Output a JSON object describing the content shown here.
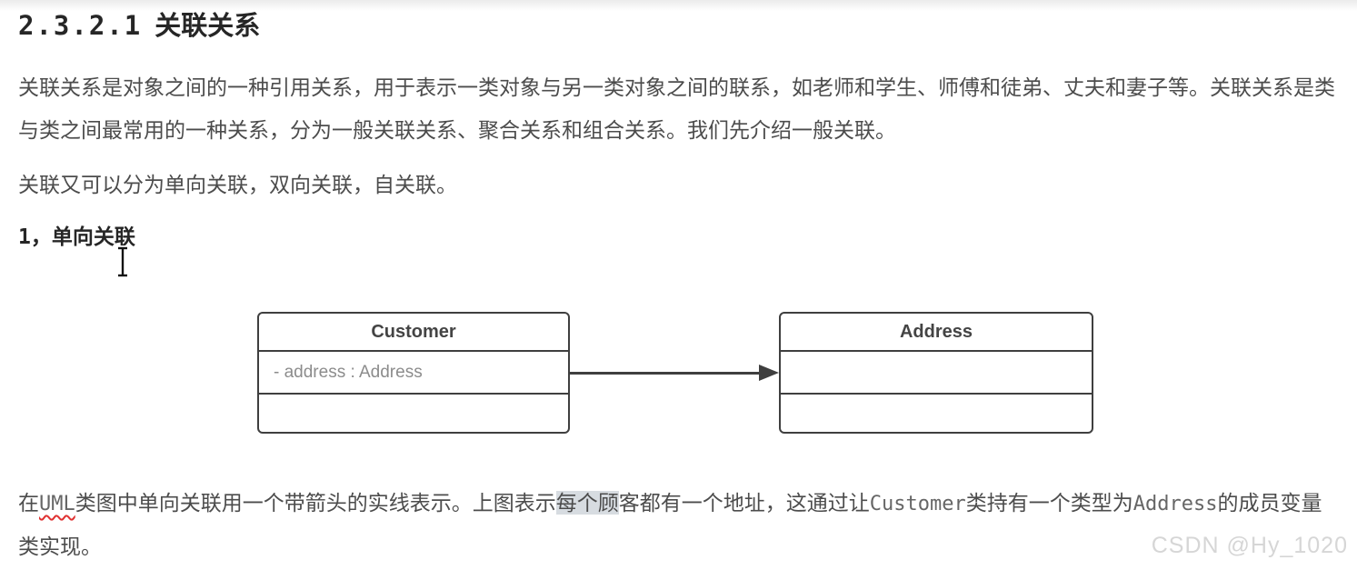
{
  "heading": {
    "number": "2.3.2.1",
    "title": "关联关系"
  },
  "paragraphs": {
    "p1": "关联关系是对象之间的一种引用关系，用于表示一类对象与另一类对象之间的联系，如老师和学生、师傅和徒弟、丈夫和妻子等。关联关系是类与类之间最常用的一种关系，分为一般关联关系、聚合关系和组合关系。我们先介绍一般关联。",
    "p2": "关联又可以分为单向关联，双向关联，自关联。"
  },
  "subheading": {
    "number": "1，",
    "title": "单向关联"
  },
  "diagram": {
    "type": "uml-class-diagram",
    "classes": [
      {
        "name": "Customer",
        "attributes": [
          "- address : Address"
        ],
        "methods": []
      },
      {
        "name": "Address",
        "attributes": [],
        "methods": []
      }
    ],
    "relation": {
      "from": "Customer",
      "to": "Address",
      "kind": "unidirectional-association",
      "arrow": "solid-line-open-filled-arrowhead"
    }
  },
  "bottom_paragraph": {
    "seg1": "在",
    "code1": "UML",
    "seg2": "类图中单向关联用一个带箭头的实线表示。上图表示",
    "highlighted": "每个顾",
    "seg3": "客都有一个地址，这通过让",
    "code2": "Customer",
    "seg4": "类持有一个类型为",
    "code3": "Address",
    "seg5": "的成员变量类实现。"
  },
  "watermark": "CSDN @Hy_1020",
  "colors": {
    "body_text": "#4c4c4c",
    "heading_text": "#262626",
    "code_text": "#666666",
    "uml_border": "#3f3f3f",
    "uml_title_text": "#444444",
    "uml_attr_text": "#8c8c8c",
    "selection_highlight": "#d7dce1",
    "spellcheck_underline": "#e03131",
    "watermark": "#d6d6d6",
    "page_bg": "#ffffff"
  }
}
